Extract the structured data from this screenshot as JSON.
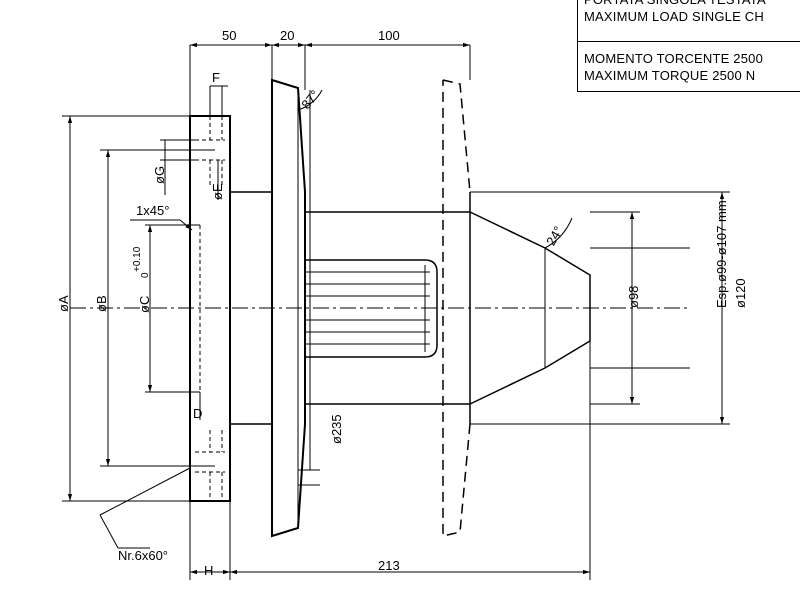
{
  "notes": {
    "top_line_1": "PORTATA SINGOLA TESTATA",
    "top_line_2": "MAXIMUM LOAD SINGLE CH",
    "bottom_line_1": "MOMENTO TORCENTE 2500",
    "bottom_line_2": "MAXIMUM TORQUE 2500 N"
  },
  "dimensions": {
    "top_50": "50",
    "top_20": "20",
    "top_100": "100",
    "f_label": "F",
    "angle_87": "87°",
    "angle_24": "24°",
    "chamfer": "1x45°",
    "phi_g": "øG",
    "phi_e": "øE",
    "phi_a": "øA",
    "phi_b": "øB",
    "phi_c": "øC",
    "tol_plus": "+0.10",
    "tol_zero": "0",
    "d_label": "D",
    "phi_235": "ø235",
    "phi_98": "ø98",
    "esp": "Esp.ø99-ø107 mm",
    "phi_120": "ø120",
    "holes": "Nr.6x60°",
    "h_label": "H",
    "bottom_213": "213"
  }
}
